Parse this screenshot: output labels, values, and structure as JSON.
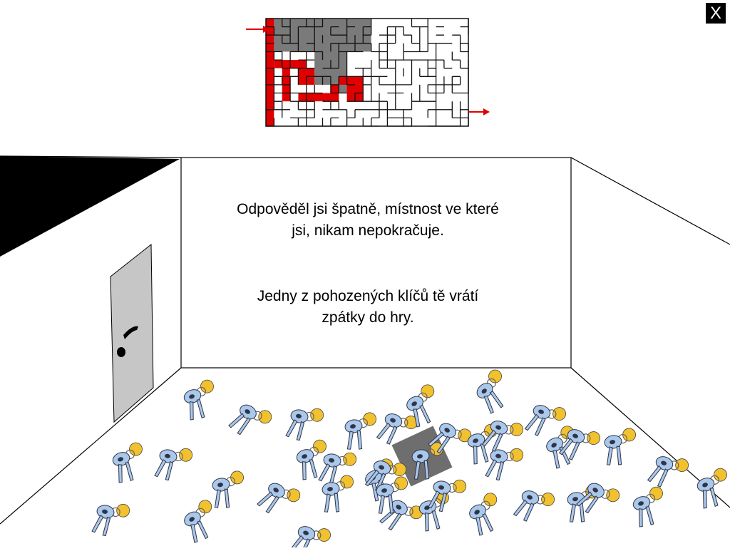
{
  "close_button": {
    "label": "X"
  },
  "message": {
    "line1": "Odpověděl jsi špatně, místnost ve které",
    "line2": "jsi, nikam nepokračuje.",
    "line3": "Jedny z pohozených klíčů tě vrátí",
    "line4": "zpátky do hry."
  },
  "colors": {
    "maze_path_visited": "#7a7a7a",
    "maze_path_current": "#e00000",
    "arrow": "#e00000",
    "key_body": "#a8c8ec",
    "key_tag": "#f2c12e",
    "door": "#c6c6c6",
    "selection": "#6e6e6e"
  },
  "icons": {
    "maze": "maze-map-icon",
    "key": "key-icon",
    "door_handle": "door-handle-icon"
  }
}
